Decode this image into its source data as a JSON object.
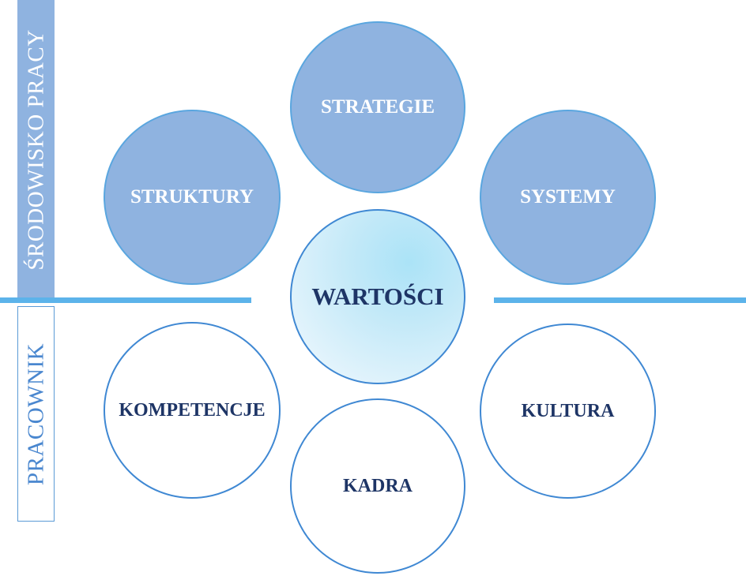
{
  "side_labels": {
    "top": "ŚRODOWISKO PRACY",
    "bottom": "PRACOWNIK"
  },
  "circles": {
    "strategie": "STRATEGIE",
    "struktury": "STRUKTURY",
    "systemy": "SYSTEMY",
    "wartosci": "WARTOŚCI",
    "kompetencje": "KOMPETENCJE",
    "kultura": "KULTURA",
    "kadra": "KADRA"
  },
  "colors": {
    "top_circle_fill": "#8fb3e0",
    "bottom_circle_border": "#3f88d3",
    "divider_line": "#5cb3ea",
    "dark_text": "#1e3566"
  }
}
